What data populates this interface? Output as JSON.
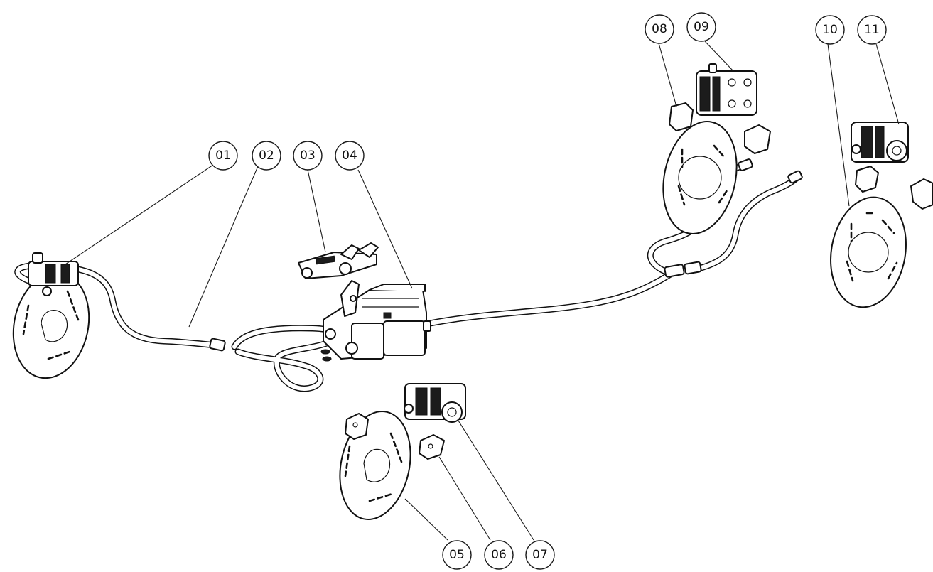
{
  "callouts": [
    {
      "number": "01"
    },
    {
      "number": "02"
    },
    {
      "number": "03"
    },
    {
      "number": "04"
    },
    {
      "number": "05"
    },
    {
      "number": "06"
    },
    {
      "number": "07"
    },
    {
      "number": "08"
    },
    {
      "number": "09"
    },
    {
      "number": "10"
    },
    {
      "number": "11"
    }
  ]
}
